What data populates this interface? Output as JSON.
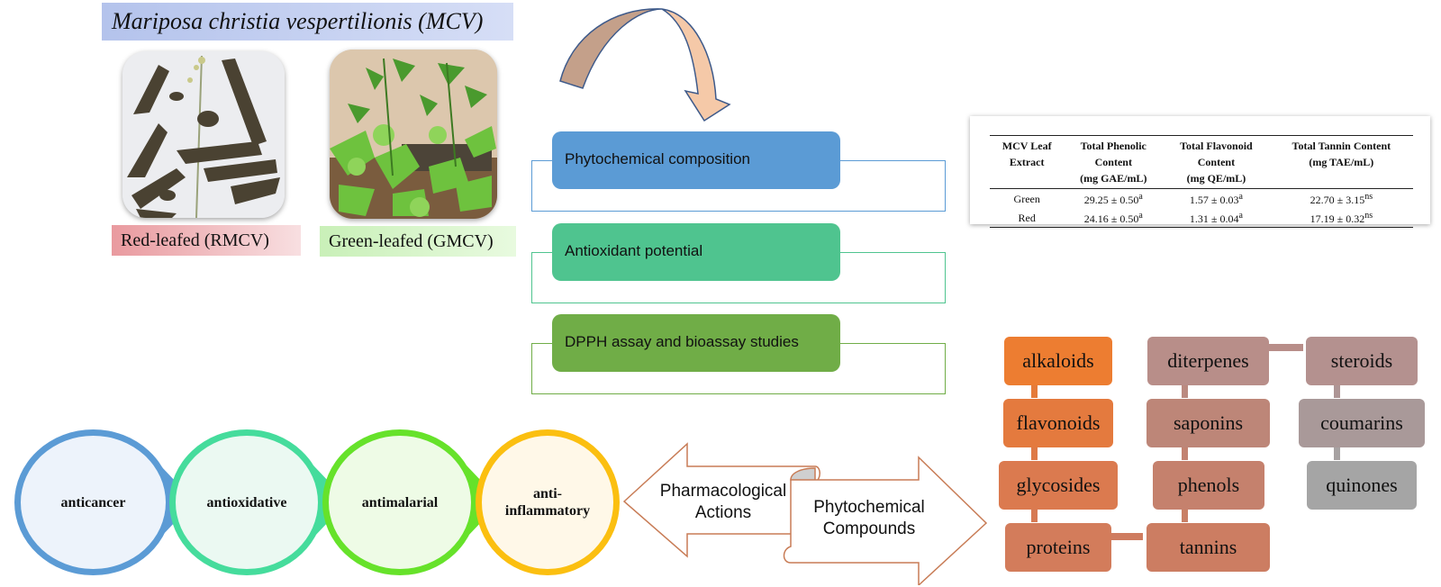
{
  "title": "Mariposa christia vespertilionis (MCV)",
  "photos": {
    "red": {
      "label": "Red-leafed (RMCV)",
      "alt": "red-leafed-plant-photo"
    },
    "green": {
      "label": "Green-leafed (GMCV)",
      "alt": "green-leafed-plant-photo"
    }
  },
  "process_steps": [
    {
      "label": "Phytochemical composition",
      "color": "#5b9bd5"
    },
    {
      "label": "Antioxidant potential",
      "color": "#4fc48f"
    },
    {
      "label": "DPPH assay and bioassay studies",
      "color": "#70ad47"
    }
  ],
  "table": {
    "headers": [
      [
        "MCV Leaf",
        "Extract"
      ],
      [
        "Total Phenolic",
        "Content",
        "(mg GAE/mL)"
      ],
      [
        "Total Flavonoid",
        "Content",
        "(mg QE/mL)"
      ],
      [
        "Total Tannin Content",
        "(mg TAE/mL)"
      ]
    ],
    "rows": [
      {
        "extract": "Green",
        "phenolic": "29.25 ± 0.50",
        "phenolic_sup": "a",
        "flavonoid": "1.57 ± 0.03",
        "flavonoid_sup": "a",
        "tannin": "22.70 ± 3.15",
        "tannin_sup": "ns"
      },
      {
        "extract": "Red",
        "phenolic": "24.16 ± 0.50",
        "phenolic_sup": "a",
        "flavonoid": "1.31 ± 0.04",
        "flavonoid_sup": "a",
        "tannin": "17.19 ± 0.32",
        "tannin_sup": "ns"
      }
    ]
  },
  "pharmacological_actions": [
    {
      "label": "anticancer",
      "color": "#5b9bd5",
      "fill": "#edf3fb"
    },
    {
      "label": "antioxidative",
      "color": "#45dc9c",
      "fill": "#ebf9f2"
    },
    {
      "label": "antimalarial",
      "color": "#66e22a",
      "fill": "#eefbe6"
    },
    {
      "label": "anti-\ninflammatory",
      "color": "#fbbf10",
      "fill": "#fff8e8"
    }
  ],
  "arrows": {
    "left": {
      "line1": "Pharmacological",
      "line2": "Actions"
    },
    "right": {
      "line1": "Phytochemical",
      "line2": "Compounds"
    }
  },
  "compounds": {
    "column1": [
      {
        "label": "alkaloids",
        "color": "#ed7d31"
      },
      {
        "label": "flavonoids",
        "color": "#e47a3e"
      },
      {
        "label": "glycosides",
        "color": "#db7a4f"
      },
      {
        "label": "proteins",
        "color": "#d37c5b"
      }
    ],
    "column2": [
      {
        "label": "diterpenes",
        "color": "#b88e89"
      },
      {
        "label": "saponins",
        "color": "#bd8678"
      },
      {
        "label": "phenols",
        "color": "#c5816d"
      },
      {
        "label": "tannins",
        "color": "#cc7d62"
      }
    ],
    "column3": [
      {
        "label": "steroids",
        "color": "#b4918f"
      },
      {
        "label": "coumarins",
        "color": "#a99999"
      },
      {
        "label": "quinones",
        "color": "#a5a5a5"
      }
    ]
  }
}
